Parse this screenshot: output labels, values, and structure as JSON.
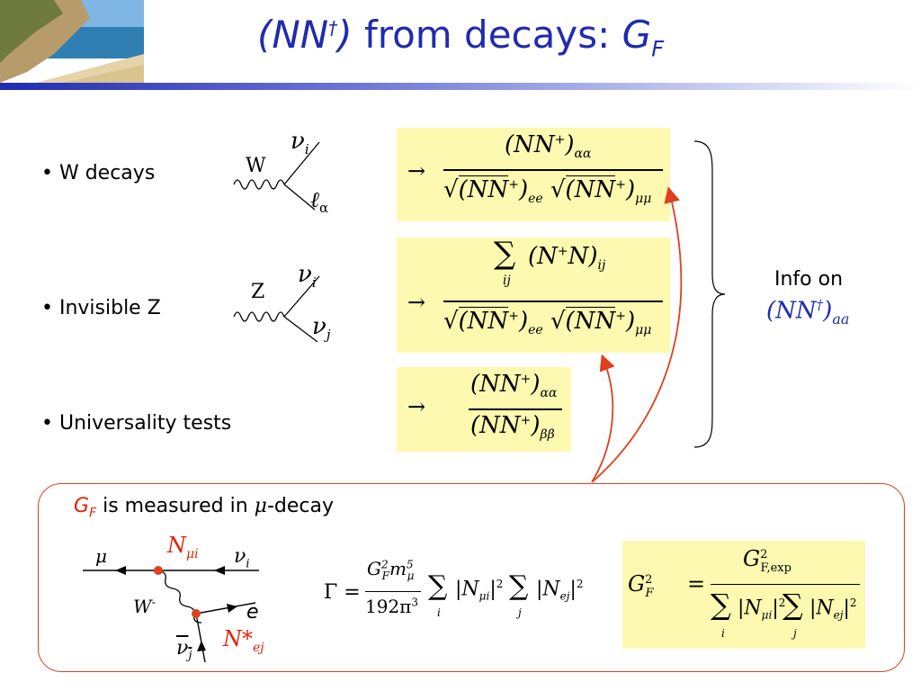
{
  "slide": {
    "title_pre": "(NN",
    "title_sup": "†",
    "title_post": ") ",
    "title_main": "from decays: ",
    "title_gf": "G",
    "title_gf_sub": "F"
  },
  "bullets": [
    {
      "label": "• W decays"
    },
    {
      "label": "• Invisible Z"
    },
    {
      "label": "• Universality tests"
    }
  ],
  "diagrams": {
    "w": {
      "boson": "W",
      "top": "ν",
      "top_sub": "i",
      "bottom": "ℓ",
      "bottom_sub": "α"
    },
    "z": {
      "boson": "Z",
      "top": "ν",
      "top_sub": "i",
      "bottom": "ν",
      "bottom_sub": "j"
    }
  },
  "formulas": {
    "arrow": "→",
    "f1_num": "(NN",
    "f1_num_sub": "αα",
    "f1_den_a_sub": "ee",
    "f1_den_b_sub": "μμ",
    "f2_num": "(N",
    "f2_num_tail": "N)",
    "f2_num_sub": "ij",
    "f2_sum_sub": "ij",
    "f3_num_sub": "αα",
    "f3_den_sub": "ββ",
    "nn": "(NN",
    "plus": "+",
    "close": ")"
  },
  "info": {
    "line1": "Info on",
    "line2": "(NN",
    "dagger": "†",
    "close": ")",
    "sub": "aa"
  },
  "bottom": {
    "gf": "G",
    "gf_sub": "F",
    "text": " is measured in ",
    "mu": "μ",
    "decay": "-decay",
    "diagram": {
      "mu": "μ",
      "nu_i": "ν",
      "nu_i_sub": "i",
      "w": "W",
      "w_sup": "-",
      "e": "e",
      "nu_j": "ν",
      "nu_j_sub": "j",
      "n_mu_i": "N",
      "n_mu_i_sub": "μi",
      "n_ej": "N*",
      "n_ej_sub": "ej"
    },
    "gamma": {
      "lhs": "Γ =",
      "num": "G",
      "num_sub": "F",
      "num_sup": "2",
      "num_m": "m",
      "num_m_sub": "μ",
      "num_m_sup": "5",
      "den": "192π",
      "den_sup": "3",
      "sum_i": "i",
      "sum_j": "j",
      "n_mu_i_sub": "μi",
      "n_ej_sub": "ej",
      "sq": "2"
    },
    "gf_box": {
      "lhs": "G",
      "lhs_sub": "F",
      "lhs_sup": "2",
      "eq": "=",
      "num": "G",
      "num_sub": "F,exp",
      "num_sup": "2",
      "sum_i": "i",
      "sum_j": "j",
      "n_mu_i_sub": "μi",
      "n_ej_sub": "ej",
      "sq": "2"
    }
  },
  "colors": {
    "title": "#1f2bb0",
    "accent_red": "#e0220b",
    "box_fill": "#fdf9b0",
    "arrow": "#e0401e"
  }
}
